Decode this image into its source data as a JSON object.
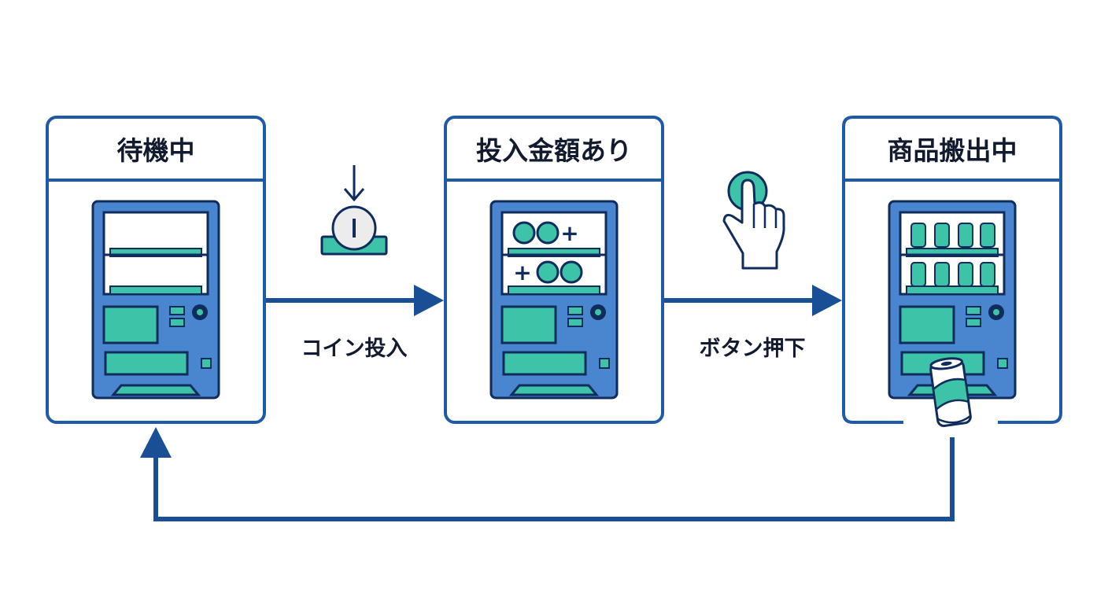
{
  "colors": {
    "frame": "#1e5aa8",
    "machine": "#4a86d0",
    "machine_outline": "#0f2c5c",
    "accent": "#3cc3a8",
    "arrow": "#1a4f96",
    "text": "#111a2e"
  },
  "states": [
    {
      "id": "idle",
      "title": "待機中",
      "illustration": "vending-machine-empty"
    },
    {
      "id": "credit",
      "title": "投入金額あり",
      "illustration": "vending-machine-credit"
    },
    {
      "id": "dispensing",
      "title": "商品搬出中",
      "illustration": "vending-machine-stocked"
    }
  ],
  "transitions": [
    {
      "from": "idle",
      "to": "credit",
      "label": "コイン投入",
      "icon": "coin-insert-icon"
    },
    {
      "from": "credit",
      "to": "dispensing",
      "label": "ボタン押下",
      "icon": "press-button-icon"
    },
    {
      "from": "dispensing",
      "to": "idle",
      "label": "",
      "icon": ""
    }
  ],
  "credit_display": {
    "row1_sign": "+",
    "row2_sign": "+"
  }
}
